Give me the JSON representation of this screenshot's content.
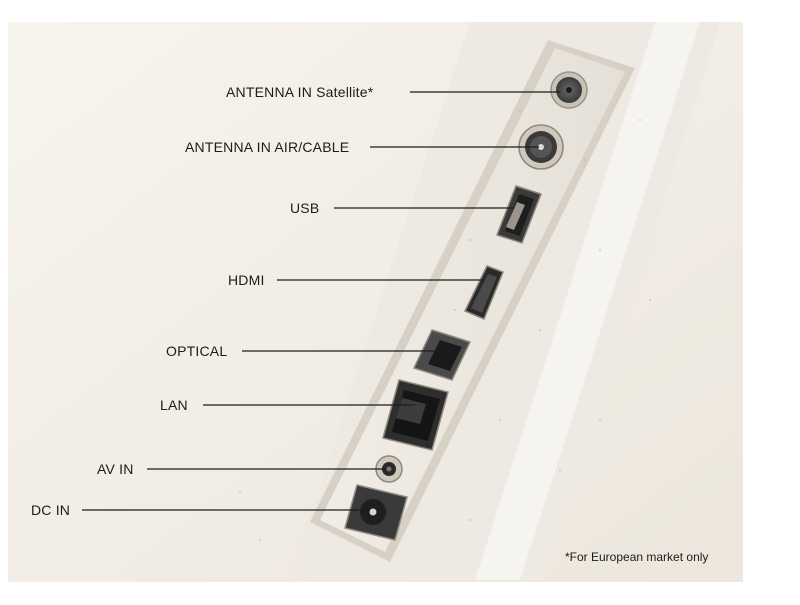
{
  "diagram": {
    "title": "",
    "ports": [
      {
        "id": "antenna-satellite",
        "label": "ANTENNA IN Satellite*"
      },
      {
        "id": "antenna-air-cable",
        "label": "ANTENNA IN AIR/CABLE"
      },
      {
        "id": "usb",
        "label": "USB"
      },
      {
        "id": "hdmi",
        "label": "HDMI"
      },
      {
        "id": "optical",
        "label": "OPTICAL"
      },
      {
        "id": "lan",
        "label": "LAN"
      },
      {
        "id": "av-in",
        "label": "AV IN"
      },
      {
        "id": "dc-in",
        "label": "DC IN"
      }
    ],
    "footnote": "*For European market only"
  },
  "colors": {
    "background": "#f3efe7",
    "panel": "#ebe6dd",
    "panel_edge": "#d9d3c8",
    "port_dark": "#2a2a2a",
    "line": "#1c1c1c"
  }
}
